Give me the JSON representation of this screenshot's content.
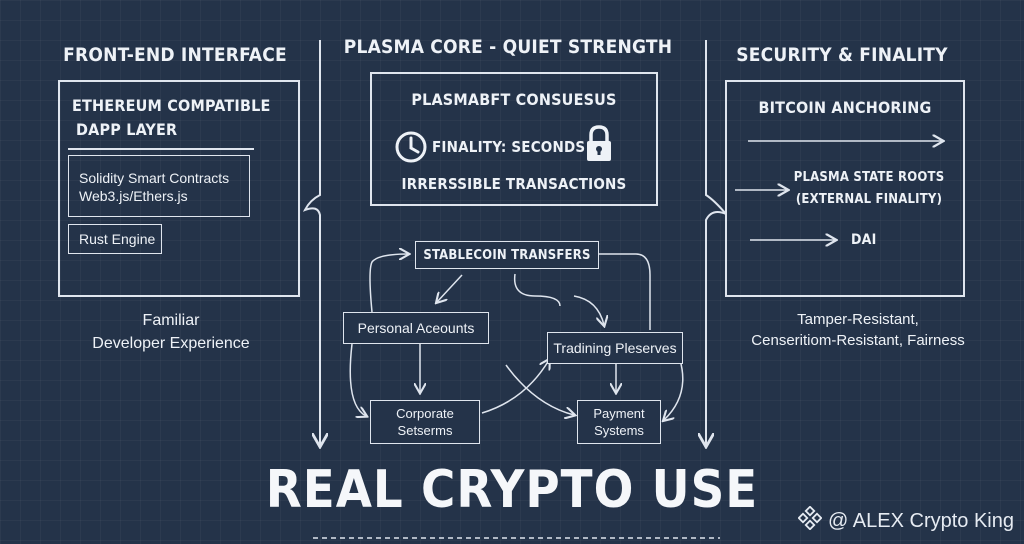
{
  "left": {
    "title": "FRONT-END INTERFACE",
    "box_title_line1": "ETHEREUM COMPATIBLE",
    "box_title_line2": "DAPP LAYER",
    "inner1_line1": "Solidity Smart Contracts",
    "inner1_line2": "Web3.js/Ethers.js",
    "inner2": "Rust Engine",
    "caption_line1": "Familiar",
    "caption_line2": "Developer Experience"
  },
  "center": {
    "title": "PLASMA CORE - QUIET STRENGTH",
    "consensus": "PLASMABFT CONSUESUS",
    "finality": "FINALITY: SECONDS",
    "irreversible": "IRRERSSIBLE TRANSACTIONS",
    "flow": {
      "top": "STABLECOIN TRANSFERS",
      "personal": "Personal Aceounts",
      "trading": "Tradining Pleserves",
      "corporate_line1": "Corporate",
      "corporate_line2": "Setserms",
      "payment_line1": "Payment",
      "payment_line2": "Systems"
    }
  },
  "right": {
    "title": "SECURITY & FINALITY",
    "anchoring": "BITCOIN ANCHORING",
    "state_line1": "PLASMA STATE ROOTS",
    "state_line2": "(EXTERNAL FINALITY)",
    "dai": "DAI",
    "caption_line1": "Tamper-Resistant,",
    "caption_line2": "Censeritiom-Resistant, Fairness"
  },
  "banner": "REAL CRYPTO USE",
  "watermark": "@ ALEX Crypto King",
  "icons": [
    "clock-icon",
    "lock-icon",
    "binance-logo-icon"
  ],
  "colors": {
    "background": "#243349",
    "line": "#dfe5ee",
    "text": "#eef2f7"
  }
}
